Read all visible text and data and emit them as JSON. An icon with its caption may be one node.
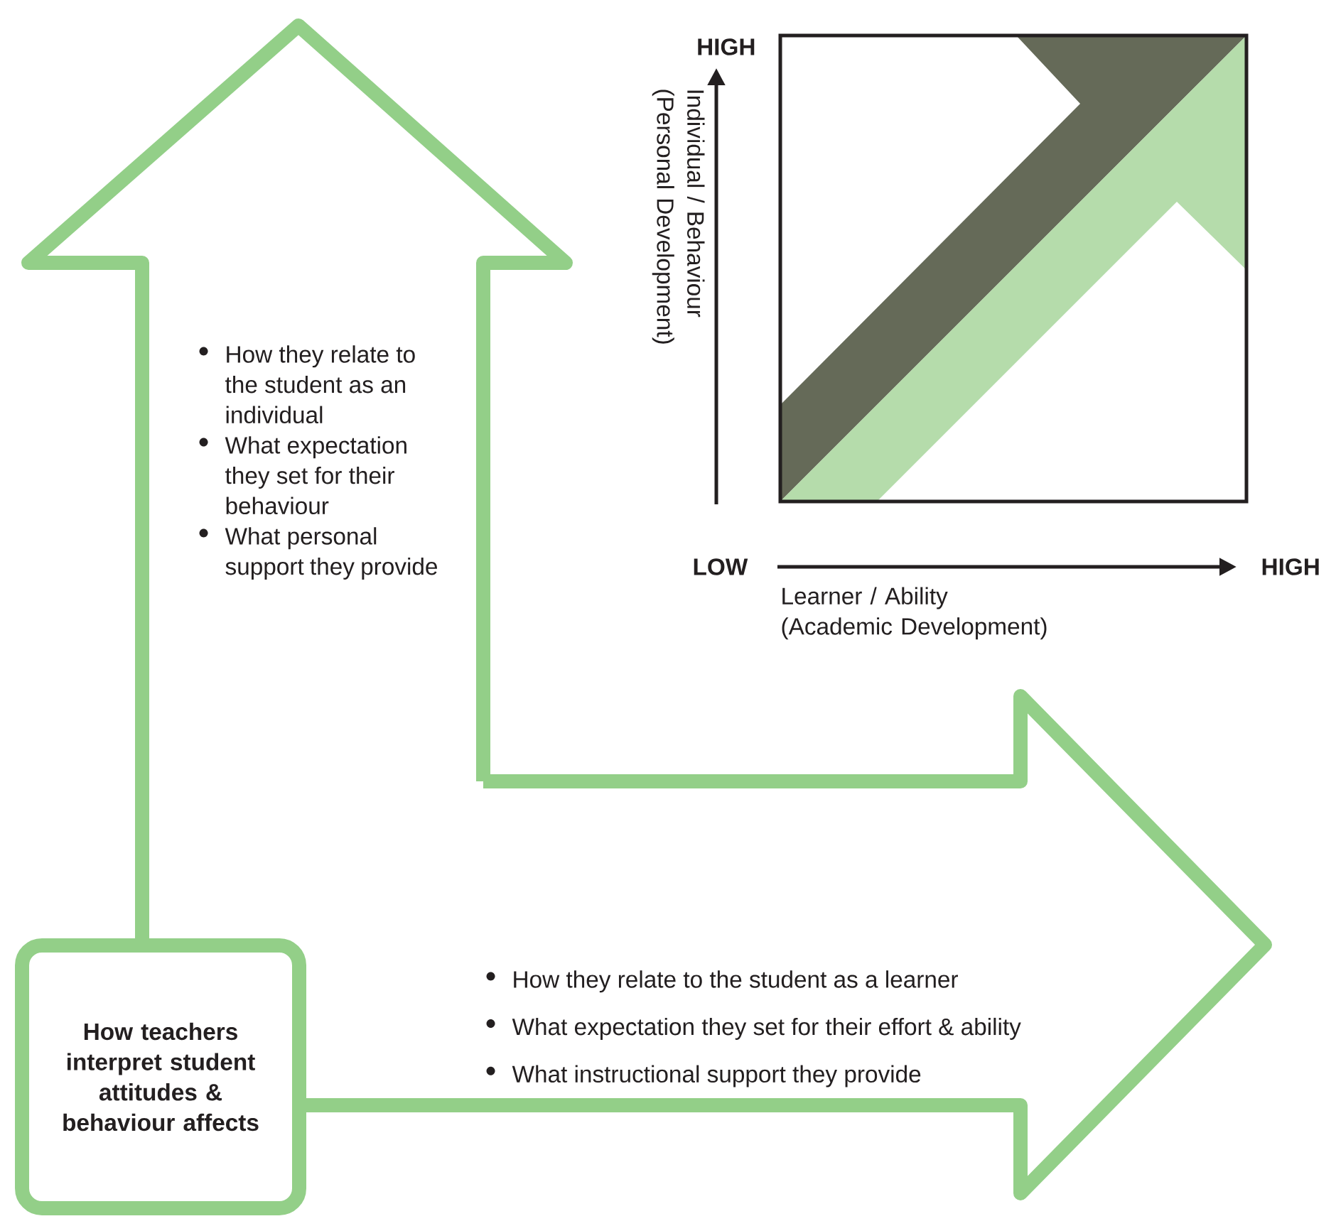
{
  "diagram": {
    "nodes": [
      {
        "text": [
          "How teachers interpret student attitudes & behaviour affects"
        ]
      },
      {
        "text": [
          "How they relate to the student as an individual",
          "What expectation they set for their behaviour",
          "What personal support they provide"
        ]
      },
      {
        "text": [
          "How they relate to the student as a learner",
          "What expectation they set for their effort & ability",
          "What instructional support they provide"
        ]
      }
    ],
    "labels": [
      "HIGH",
      "Individual / Behaviour (Personal Development)",
      "LOW",
      "HIGH",
      "Learner / Ability (Academic Development)"
    ]
  }
}
